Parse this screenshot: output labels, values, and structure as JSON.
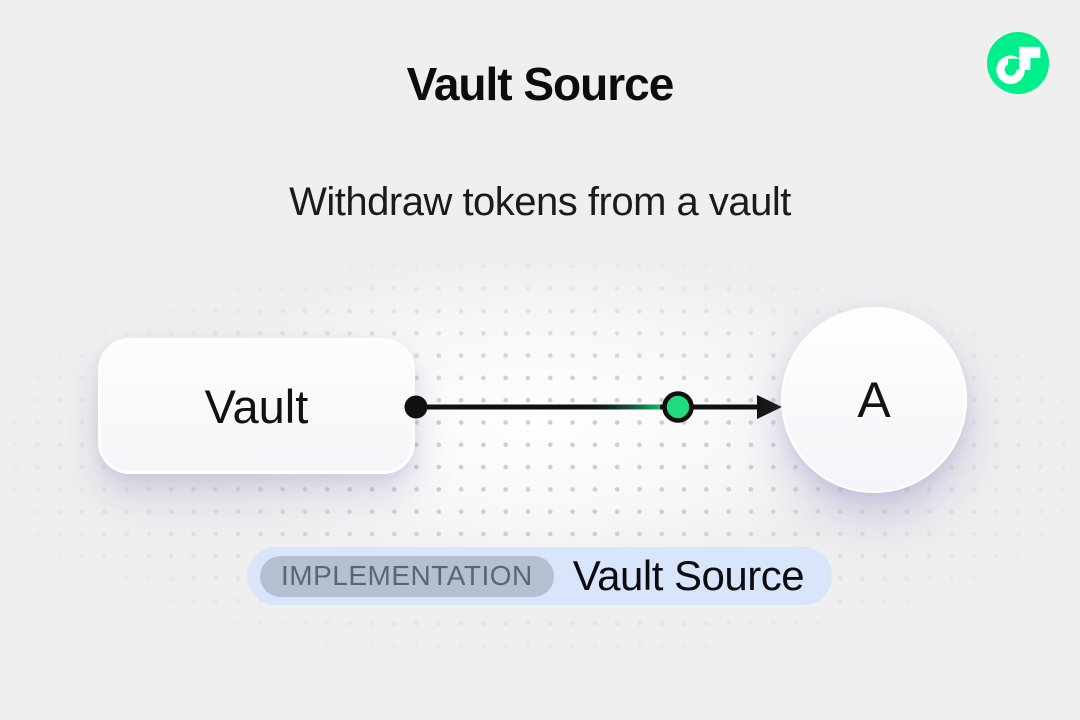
{
  "header": {
    "title": "Vault Source",
    "subtitle": "Withdraw tokens from a vault"
  },
  "logo": {
    "icon": "flow-logo-icon"
  },
  "diagram": {
    "vault_node": {
      "label": "Vault"
    },
    "account_node": {
      "label": "A"
    }
  },
  "badge": {
    "tag": "IMPLEMENTATION",
    "label": "Vault Source"
  },
  "colors": {
    "background": "#efeff0",
    "dot": "#c9c9cd",
    "flow_green": "#00ef8b",
    "node_green": "#21dc7e",
    "edge_black": "#101010",
    "badge_bg": "#d9e5fb",
    "tag_bg": "#b6bfcf",
    "tag_text": "#5d6572",
    "text_primary": "#0c0c0e"
  }
}
